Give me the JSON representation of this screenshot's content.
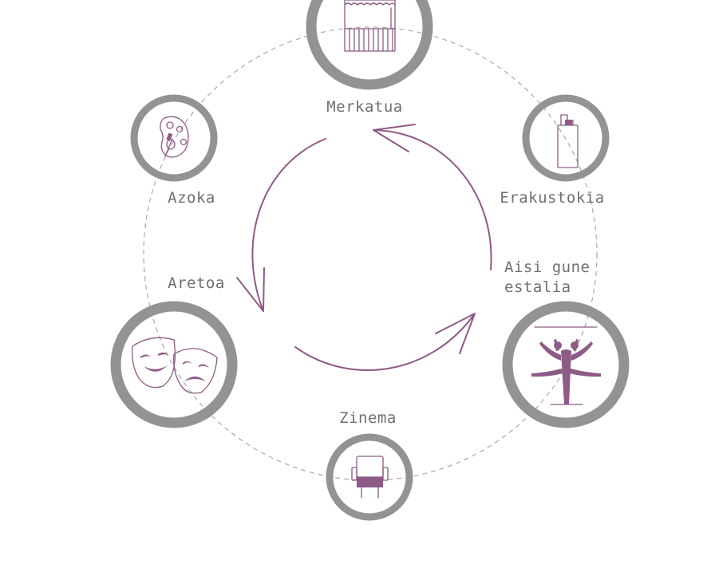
{
  "nodes": [
    {
      "id": "merkatua",
      "label": "Merkatua",
      "icon": "market-stall-icon"
    },
    {
      "id": "erakustokia",
      "label": "Erakustokia",
      "icon": "lighter-icon"
    },
    {
      "id": "aisi",
      "label_line1": "Aisi gune",
      "label_line2": "estalia",
      "icon": "dancers-icon"
    },
    {
      "id": "zinema",
      "label": "Zinema",
      "icon": "cinema-seat-icon"
    },
    {
      "id": "aretoa",
      "label": "Aretoa",
      "icon": "theater-masks-icon"
    },
    {
      "id": "azoka",
      "label": "Azoka",
      "icon": "painter-palette-icon"
    }
  ],
  "colors": {
    "ring": "#939393",
    "accent": "#8e5a86",
    "guide": "#a9a9a9",
    "text": "#6f6f6f"
  }
}
